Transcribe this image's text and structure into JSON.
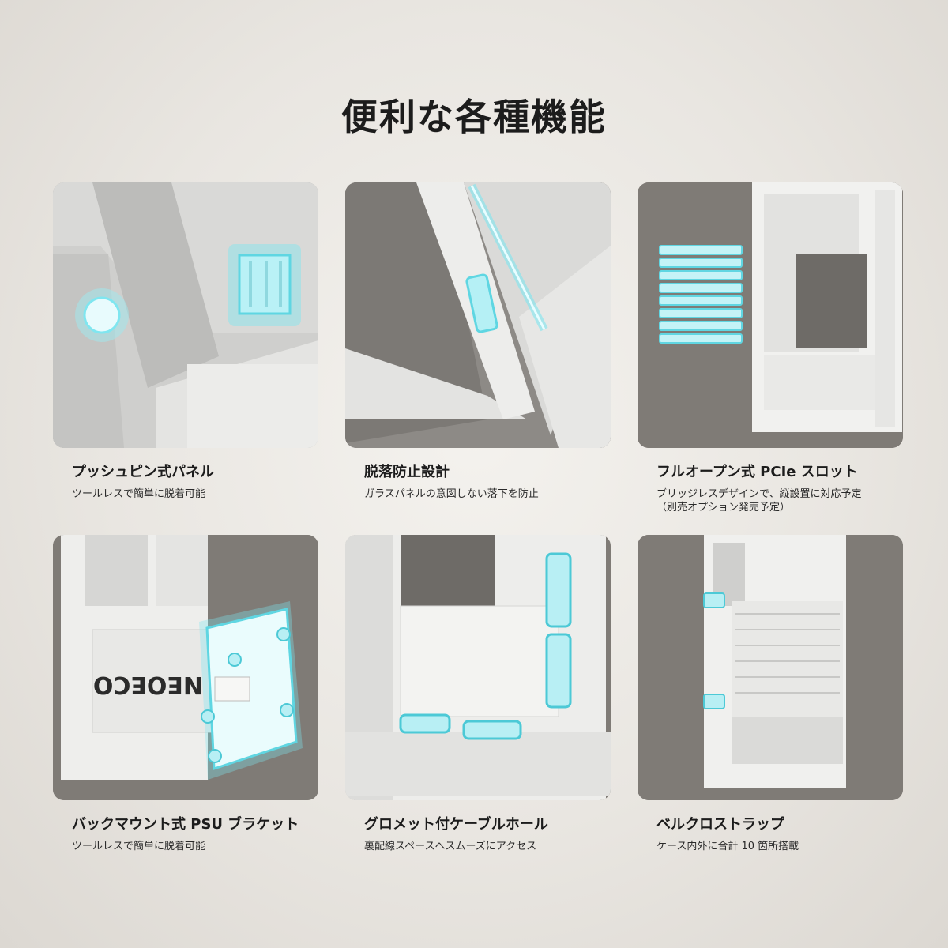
{
  "page": {
    "title": "便利な各種機能"
  },
  "features": [
    {
      "title": "プッシュピン式パネル",
      "sub": [
        "ツールレスで簡単に脱着可能"
      ],
      "image": "push-pin-panel"
    },
    {
      "title": "脱落防止設計",
      "sub": [
        "ガラスパネルの意図しない落下を防止"
      ],
      "image": "glass-panel-hinge"
    },
    {
      "title": "フルオープン式 PCIe スロット",
      "sub": [
        "ブリッジレスデザインで、縦設置に対応予定",
        "（別売オプション発売予定）"
      ],
      "image": "pcie-slots"
    },
    {
      "title": "バックマウント式 PSU ブラケット",
      "sub": [
        "ツールレスで簡単に脱着可能"
      ],
      "image": "psu-bracket"
    },
    {
      "title": "グロメット付ケーブルホール",
      "sub": [
        "裏配線スペースへスムーズにアクセス"
      ],
      "image": "cable-grommets"
    },
    {
      "title": "ベルクロストラップ",
      "sub": [
        "ケース内外に合計 10 箇所搭載"
      ],
      "image": "velcro-straps"
    }
  ],
  "psu_label": "NEOECO",
  "colors": {
    "panel_bg": "#7f7b76",
    "highlight": "#7fe6f0",
    "case_white": "#f1f1ef"
  }
}
